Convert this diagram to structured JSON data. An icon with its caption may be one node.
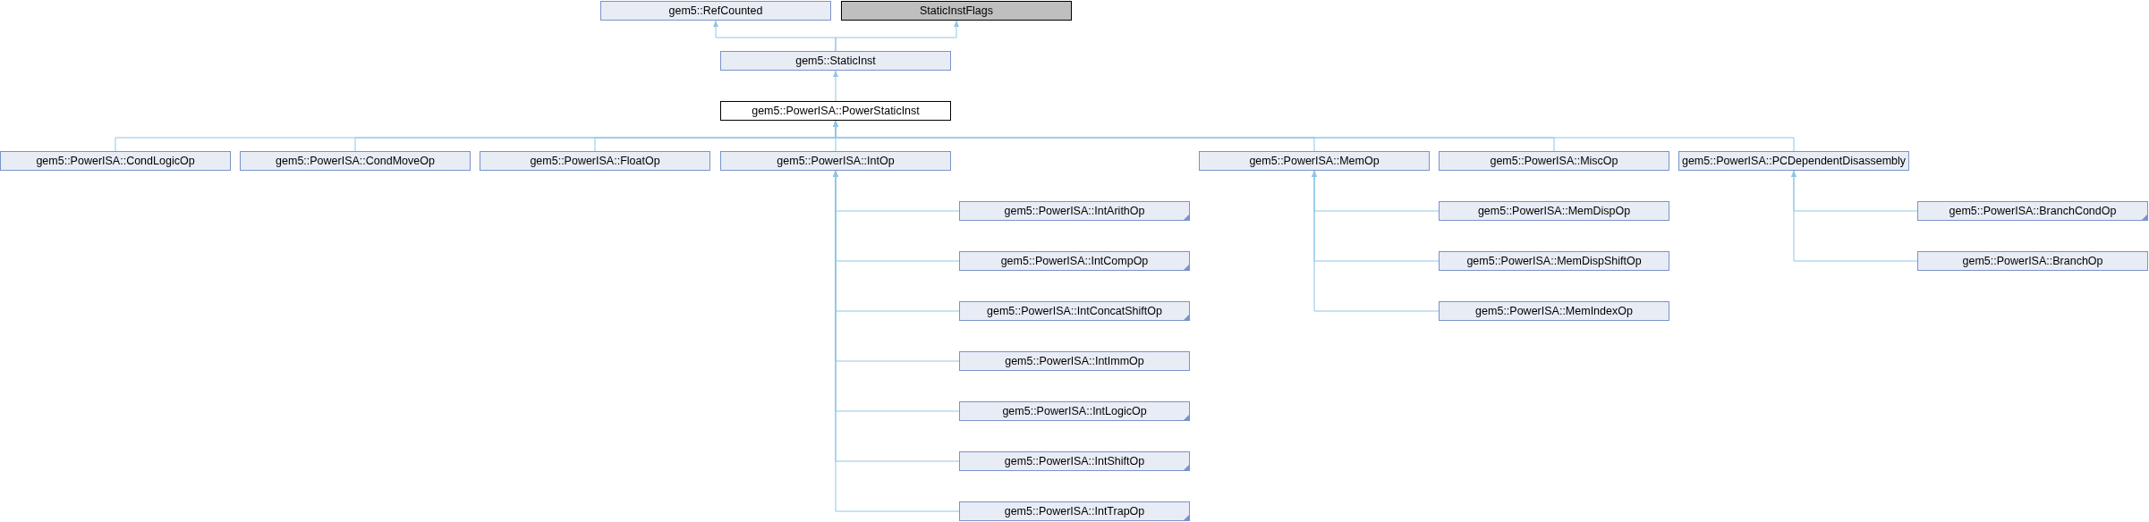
{
  "diagram": {
    "nodes": [
      {
        "text": [
          "gem5::RefCounted"
        ]
      },
      {
        "text": [
          "StaticInstFlags"
        ]
      },
      {
        "text": [
          "gem5::StaticInst"
        ]
      },
      {
        "text": [
          "gem5::PowerISA::PowerStaticInst"
        ]
      },
      {
        "text": [
          "gem5::PowerISA::CondLogicOp"
        ]
      },
      {
        "text": [
          "gem5::PowerISA::CondMoveOp"
        ]
      },
      {
        "text": [
          "gem5::PowerISA::FloatOp"
        ]
      },
      {
        "text": [
          "gem5::PowerISA::IntOp"
        ]
      },
      {
        "text": [
          "gem5::PowerISA::MemOp"
        ]
      },
      {
        "text": [
          "gem5::PowerISA::MiscOp"
        ]
      },
      {
        "text": [
          "gem5::PowerISA::PCDependentDisassembly"
        ]
      },
      {
        "text": [
          "gem5::PowerISA::IntArithOp"
        ]
      },
      {
        "text": [
          "gem5::PowerISA::IntCompOp"
        ]
      },
      {
        "text": [
          "gem5::PowerISA::IntConcatShiftOp"
        ]
      },
      {
        "text": [
          "gem5::PowerISA::IntImmOp"
        ]
      },
      {
        "text": [
          "gem5::PowerISA::IntLogicOp"
        ]
      },
      {
        "text": [
          "gem5::PowerISA::IntShiftOp"
        ]
      },
      {
        "text": [
          "gem5::PowerISA::IntTrapOp"
        ]
      },
      {
        "text": [
          "gem5::PowerISA::MemDispOp"
        ]
      },
      {
        "text": [
          "gem5::PowerISA::MemDispShiftOp"
        ]
      },
      {
        "text": [
          "gem5::PowerISA::MemIndexOp"
        ]
      },
      {
        "text": [
          "gem5::PowerISA::BranchCondOp"
        ]
      },
      {
        "text": [
          "gem5::PowerISA::BranchOp"
        ]
      }
    ],
    "edges": [
      {
        "from": 2,
        "to": 0,
        "arrow": "to"
      },
      {
        "from": 2,
        "to": 1,
        "arrow": "to"
      },
      {
        "from": 3,
        "to": 2,
        "arrow": "to"
      },
      {
        "from": 4,
        "to": 3,
        "arrow": "to"
      },
      {
        "from": 5,
        "to": 3,
        "arrow": "to"
      },
      {
        "from": 6,
        "to": 3,
        "arrow": "to"
      },
      {
        "from": 7,
        "to": 3,
        "arrow": "to"
      },
      {
        "from": 8,
        "to": 3,
        "arrow": "to"
      },
      {
        "from": 9,
        "to": 3,
        "arrow": "to"
      },
      {
        "from": 10,
        "to": 3,
        "arrow": "to"
      },
      {
        "from": 11,
        "to": 7,
        "arrow": "to"
      },
      {
        "from": 12,
        "to": 7,
        "arrow": "to"
      },
      {
        "from": 13,
        "to": 7,
        "arrow": "to"
      },
      {
        "from": 14,
        "to": 7,
        "arrow": "to"
      },
      {
        "from": 15,
        "to": 7,
        "arrow": "to"
      },
      {
        "from": 16,
        "to": 7,
        "arrow": "to"
      },
      {
        "from": 17,
        "to": 7,
        "arrow": "to"
      },
      {
        "from": 18,
        "to": 8,
        "arrow": "to"
      },
      {
        "from": 19,
        "to": 8,
        "arrow": "to"
      },
      {
        "from": 20,
        "to": 8,
        "arrow": "to"
      },
      {
        "from": 21,
        "to": 10,
        "arrow": "to"
      },
      {
        "from": 22,
        "to": 10,
        "arrow": "to"
      }
    ]
  }
}
